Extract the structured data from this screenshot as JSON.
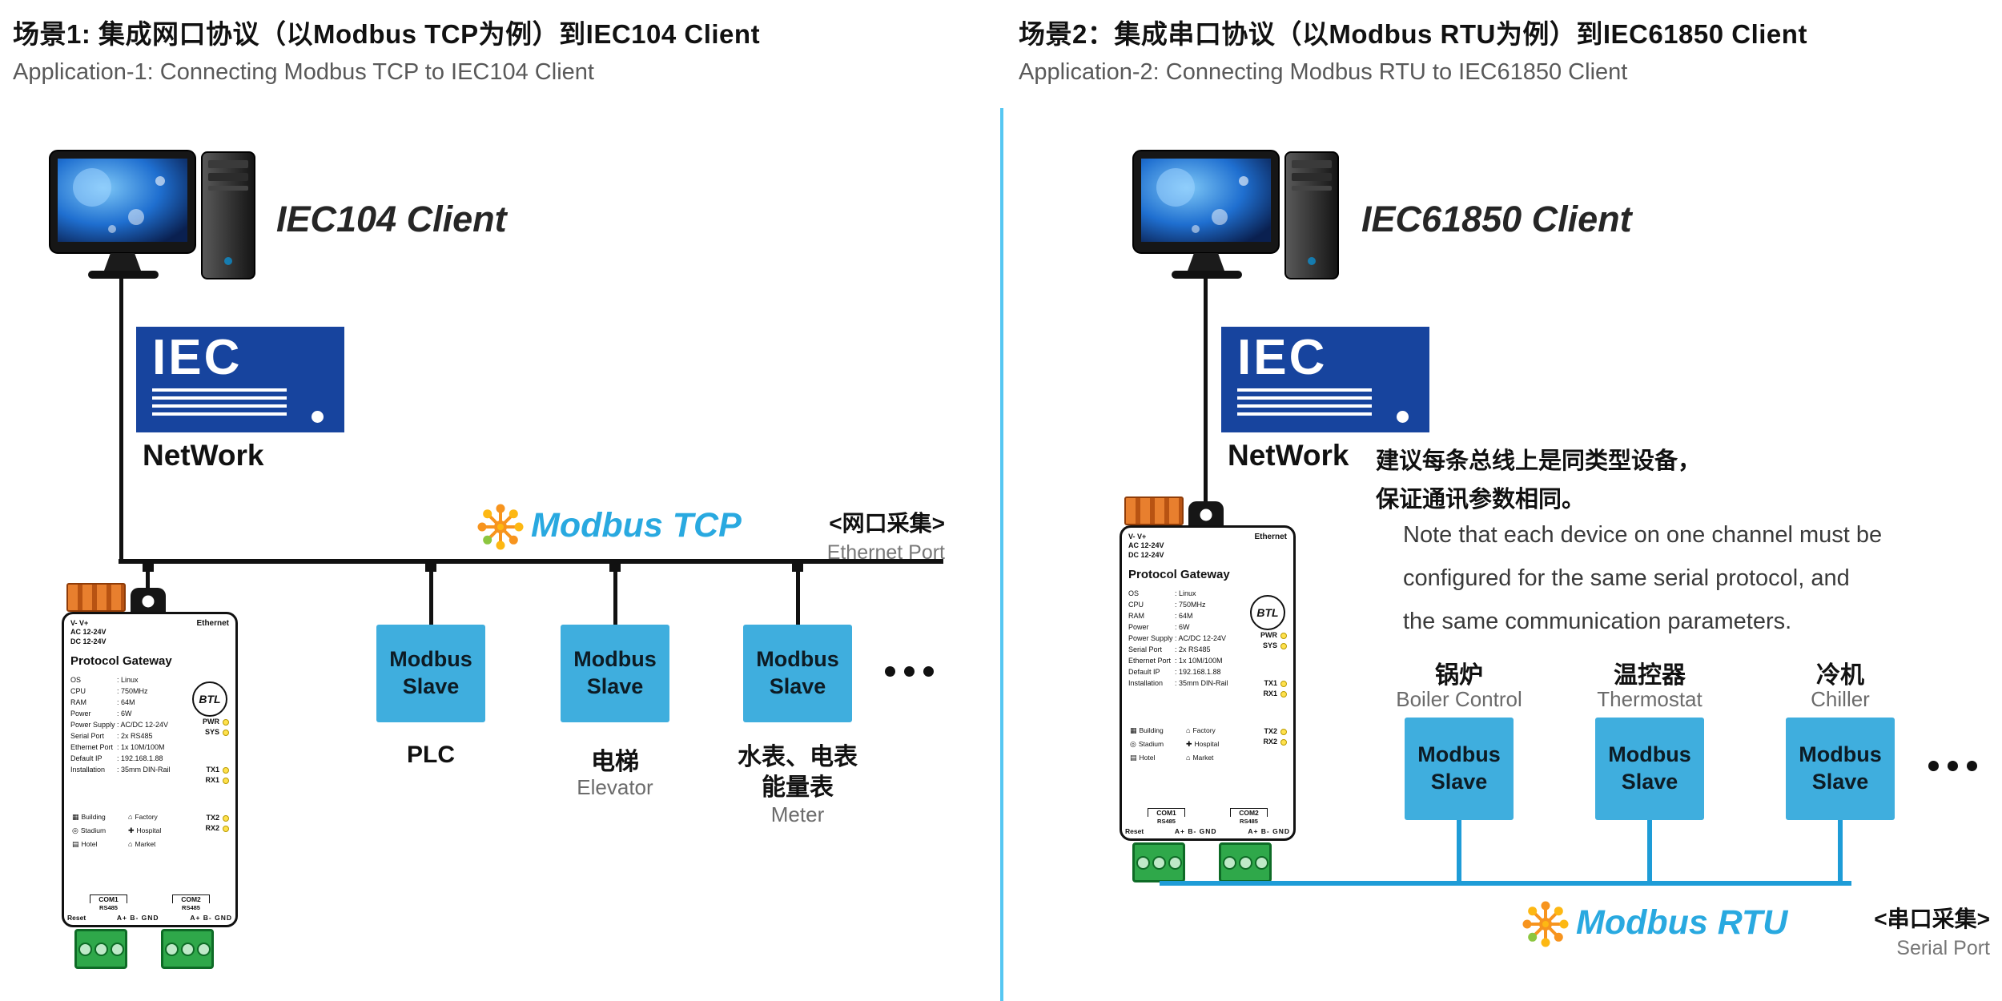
{
  "left": {
    "title": "场景1: 集成网口协议（以Modbus TCP为例）到IEC104 Client",
    "subtitle": "Application-1: Connecting Modbus TCP to IEC104 Client",
    "client": "IEC104 Client",
    "iec": "IEC",
    "network": "NetWork",
    "modbus": "Modbus TCP",
    "collect_cn": "<网口采集>",
    "collect_en": "Ethernet Port",
    "slaves": [
      {
        "label": "Modbus Slave",
        "cn": "PLC",
        "en": ""
      },
      {
        "label": "Modbus Slave",
        "cn": "电梯",
        "en": "Elevator"
      },
      {
        "label": "Modbus Slave",
        "cn": "水表、电表",
        "cn2": "能量表",
        "en": "Meter"
      }
    ]
  },
  "right": {
    "title": "场景2：集成串口协议（以Modbus RTU为例）到IEC61850 Client",
    "subtitle": "Application-2: Connecting Modbus RTU to IEC61850 Client",
    "client": "IEC61850 Client",
    "iec": "IEC",
    "network": "NetWork",
    "note_cn1": "建议每条总线上是同类型设备，",
    "note_cn2": "保证通讯参数相同。",
    "note_en1": "Note that each device on one channel must be",
    "note_en2": "configured for the same serial protocol, and",
    "note_en3": "the same communication parameters.",
    "modbus": "Modbus RTU",
    "collect_cn": "<串口采集>",
    "collect_en": "Serial Port",
    "devices": [
      {
        "cn": "锅炉",
        "en": "Boiler Control",
        "label": "Modbus Slave"
      },
      {
        "cn": "温控器",
        "en": "Thermostat",
        "label": "Modbus Slave"
      },
      {
        "cn": "冷机",
        "en": "Chiller",
        "label": "Modbus Slave"
      }
    ]
  },
  "gateway": {
    "power_l1": "V-   V+",
    "power_l2": "AC 12-24V",
    "power_l3": "DC 12-24V",
    "ethernet": "Ethernet",
    "title": "Protocol Gateway",
    "btl": "BTL",
    "specs": [
      {
        "k": "OS",
        "v": "Linux"
      },
      {
        "k": "CPU",
        "v": "750MHz"
      },
      {
        "k": "RAM",
        "v": "64M"
      },
      {
        "k": "Power",
        "v": "6W"
      },
      {
        "k": "Power Supply",
        "v": "AC/DC 12-24V"
      },
      {
        "k": "Serial Port",
        "v": "2x RS485"
      },
      {
        "k": "Ethernet Port",
        "v": "1x 10M/100M"
      },
      {
        "k": "Default IP",
        "v": "192.168.1.88"
      },
      {
        "k": "Installation",
        "v": "35mm DIN-Rail"
      }
    ],
    "leds": [
      "PWR",
      "SYS",
      "TX1",
      "RX1",
      "TX2",
      "RX2"
    ],
    "places": [
      "Building",
      "Factory",
      "Stadium",
      "Hospital",
      "Hotel",
      "Market"
    ],
    "place_icons": [
      "▦",
      "⌂",
      "◎",
      "✚",
      "▤",
      "⌂"
    ],
    "com1": "COM1",
    "com2": "COM2",
    "rs485": "RS485",
    "reset": "Reset",
    "pins": "A+ B- GND"
  },
  "colors": {
    "accent_blue": "#1E9CD7",
    "iec_blue": "#17449E",
    "slave_blue": "#3FAEDE",
    "modbus_text": "#29A9E0",
    "divider": "#56C7F2"
  }
}
